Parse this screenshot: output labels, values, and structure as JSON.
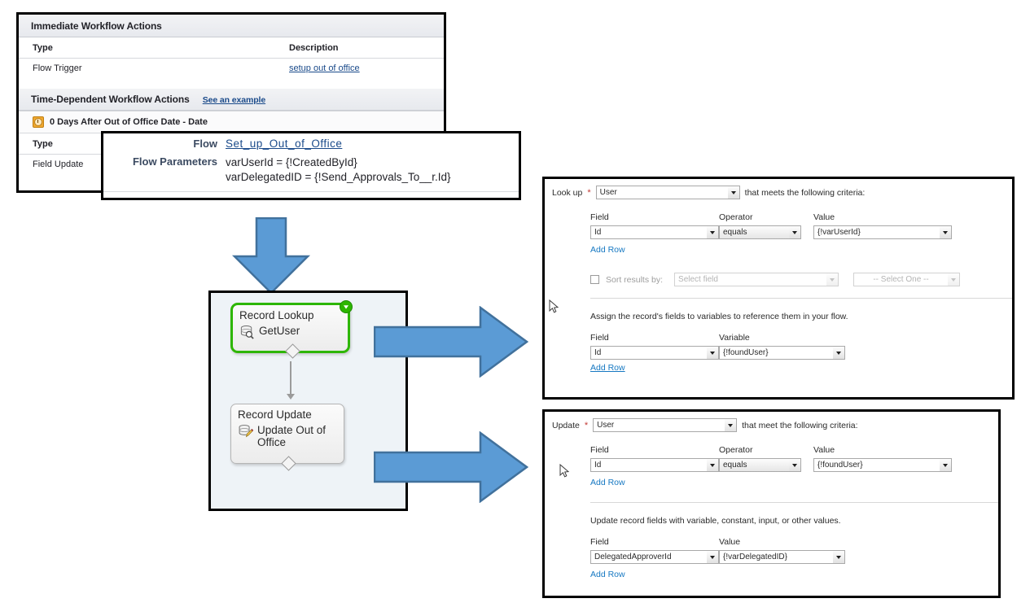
{
  "workflow_panel": {
    "immediate_section_title": "Immediate Workflow Actions",
    "immediate_table": {
      "headers": [
        "Type",
        "Description"
      ],
      "rows": [
        {
          "type": "Flow Trigger",
          "description": "setup out of office"
        }
      ]
    },
    "time_dependent_section_title": "Time-Dependent Workflow Actions",
    "see_example_link": "See an example",
    "time_trigger_label": "0 Days After Out of Office Date - Date",
    "time_table": {
      "headers": [
        "Type"
      ],
      "rows": [
        {
          "type": "Field Update"
        }
      ]
    }
  },
  "flow_popup": {
    "flow_label": "Flow",
    "flow_value": "Set_up_Out_of_Office",
    "params_label": "Flow Parameters",
    "params": [
      "varUserId = {!CreatedById}",
      "varDelegatedID = {!Send_Approvals_To__r.Id}"
    ]
  },
  "flow_diagram": {
    "nodes": [
      {
        "title": "Record Lookup",
        "name": "GetUser",
        "selected": true,
        "icon": "record-lookup-icon",
        "badge": "start-badge-icon"
      },
      {
        "title": "Record Update",
        "name": "Update Out of Office",
        "selected": false,
        "icon": "record-update-icon"
      }
    ]
  },
  "lookup_panel": {
    "top": {
      "label": "Look up",
      "required_marker": "*",
      "object_value": "User",
      "trailing_text": "that meets the following criteria:"
    },
    "criteria": {
      "headers": [
        "Field",
        "Operator",
        "Value"
      ],
      "rows": [
        {
          "field": "Id",
          "operator": "equals",
          "value": "{!varUserId}"
        }
      ],
      "add_row_label": "Add Row",
      "delete_icon": "trash-icon"
    },
    "sort": {
      "checkbox_checked": false,
      "label": "Sort results by:",
      "field_placeholder": "Select field",
      "order_value": "-- Select One --"
    },
    "assign": {
      "description": "Assign the record's fields to variables to reference them in your flow.",
      "headers": [
        "Field",
        "Variable"
      ],
      "rows": [
        {
          "field": "Id",
          "variable": "{!foundUser}"
        }
      ],
      "add_row_label": "Add Row",
      "delete_icon": "trash-icon"
    }
  },
  "update_panel": {
    "top": {
      "label": "Update",
      "required_marker": "*",
      "object_value": "User",
      "trailing_text": "that meet the following criteria:"
    },
    "criteria": {
      "headers": [
        "Field",
        "Operator",
        "Value"
      ],
      "rows": [
        {
          "field": "Id",
          "operator": "equals",
          "value": "{!foundUser}"
        }
      ],
      "add_row_label": "Add Row"
    },
    "assign": {
      "description": "Update record fields with variable, constant, input, or other values.",
      "headers": [
        "Field",
        "Value"
      ],
      "rows": [
        {
          "field": "DelegatedApproverId",
          "value": "{!varDelegatedID}"
        }
      ],
      "add_row_label": "Add Row"
    }
  },
  "arrows": {
    "down_arrow": "down-arrow-icon",
    "right_arrow_top": "right-arrow-icon",
    "right_arrow_bottom": "right-arrow-icon"
  },
  "colors": {
    "arrow_fill": "#5B9BD5",
    "arrow_stroke": "#41719C",
    "selected_node_border": "#2DB600",
    "link": "#1678C2",
    "required": "#C23934",
    "panel_bg": "#EEF3F7"
  }
}
